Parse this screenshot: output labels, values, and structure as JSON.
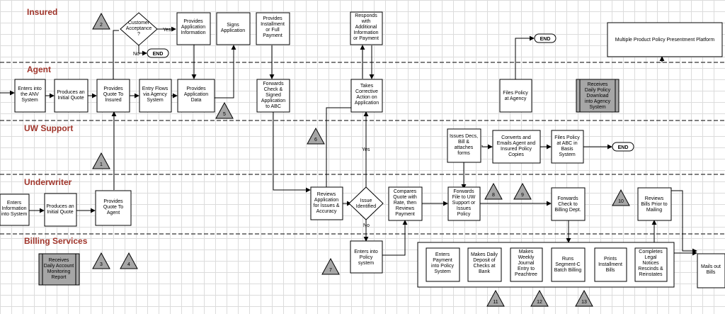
{
  "lanes": [
    {
      "id": "insured",
      "label": "Insured"
    },
    {
      "id": "agent",
      "label": "Agent"
    },
    {
      "id": "uw_support",
      "label": "UW Support"
    },
    {
      "id": "underwriter",
      "label": "Underwriter"
    },
    {
      "id": "billing",
      "label": "Billing Services"
    }
  ],
  "nodes": {
    "customer_acceptance": {
      "lines": [
        "Customer",
        "Acceptance",
        "?"
      ]
    },
    "provides_app_info": {
      "lines": [
        "Provides",
        "Application",
        "Information"
      ]
    },
    "signs_application": {
      "lines": [
        "Signs",
        "Application"
      ]
    },
    "provides_installment": {
      "lines": [
        "Provides",
        "Installment",
        "or Full",
        "Payment"
      ]
    },
    "responds_additional": {
      "lines": [
        "Responds",
        "with",
        "Additional",
        "Information",
        "or Payment"
      ]
    },
    "end_insured": {
      "lines": [
        "END"
      ]
    },
    "end_agent_top": {
      "lines": [
        "END"
      ]
    },
    "multiple_product": {
      "lines": [
        "Multiple Product Policy Presentment Platform"
      ]
    },
    "enters_anv": {
      "lines": [
        "Enters into",
        "the ANV",
        "System"
      ]
    },
    "produces_quote_agent": {
      "lines": [
        "Produces an",
        "Initial Quote"
      ]
    },
    "provides_quote_insured": {
      "lines": [
        "Provides",
        "Quote To",
        "Insured"
      ]
    },
    "entry_flows": {
      "lines": [
        "Entry Flows",
        "via Agency",
        "System"
      ]
    },
    "provides_app_data": {
      "lines": [
        "Provides",
        "Application",
        "Data"
      ]
    },
    "forwards_check": {
      "lines": [
        "Forwards",
        "Check &",
        "Signed",
        "Application",
        "to ABC"
      ]
    },
    "takes_corrective": {
      "lines": [
        "Takes",
        "Corrective",
        "Action on",
        "Application"
      ]
    },
    "files_policy_agency": {
      "lines": [
        "Files Policy",
        "at Agency"
      ]
    },
    "receives_daily_download": {
      "lines": [
        "Receives",
        "Daily Policy",
        "Download",
        "into Agency",
        "System"
      ]
    },
    "issues_decs": {
      "lines": [
        "Issues Decs,",
        "Bill &",
        "attaches",
        "forms"
      ]
    },
    "converts_emails": {
      "lines": [
        "Converts and",
        "Emails Agent and",
        "Insured Policy",
        "Copies"
      ]
    },
    "files_policy_abc": {
      "lines": [
        "Files Policy",
        "at ABC in",
        "Basis",
        "System"
      ]
    },
    "end_uw": {
      "lines": [
        "END"
      ]
    },
    "enters_info_uw": {
      "lines": [
        "Enters",
        "Information",
        "into System"
      ]
    },
    "produces_quote_uw": {
      "lines": [
        "Produces an",
        "Initial Quote"
      ]
    },
    "provides_quote_agent": {
      "lines": [
        "Provides",
        "Quote To",
        "Agent"
      ]
    },
    "reviews_application": {
      "lines": [
        "Reviews",
        "Application",
        "for Issues &",
        "Accuracy"
      ]
    },
    "issue_identified": {
      "lines": [
        "Issue",
        "Identified"
      ]
    },
    "compares_quote": {
      "lines": [
        "Compares",
        "Quote with",
        "Rate, then",
        "Reviews",
        "Payment"
      ]
    },
    "forwards_file": {
      "lines": [
        "Forwards",
        "File to UW",
        "Support or",
        "Issues",
        "Policy"
      ]
    },
    "forwards_check_billing": {
      "lines": [
        "Forwards",
        "Check to",
        "Billing Dept."
      ]
    },
    "reviews_bills": {
      "lines": [
        "Reviews",
        "Bills Prior to",
        "Mailing"
      ]
    },
    "receives_monitoring": {
      "lines": [
        "Receives",
        "Daily Account",
        "Monitoring",
        "Report"
      ]
    },
    "enters_policy_uw": {
      "lines": [
        "Enters into",
        "Policy",
        "system"
      ]
    },
    "enters_payment": {
      "lines": [
        "Enters",
        "Payment",
        "into Policy",
        "System"
      ]
    },
    "makes_daily_deposit": {
      "lines": [
        "Makes Daily",
        "Deposit of",
        "Checks at",
        "Bank"
      ]
    },
    "makes_weekly_journal": {
      "lines": [
        "Makes",
        "Weekly",
        "Journal",
        "Entry to",
        "Peachtree"
      ]
    },
    "runs_segment": {
      "lines": [
        "Runs",
        "Segment-C",
        "Batch Billing"
      ]
    },
    "prints_installment": {
      "lines": [
        "Prints",
        "Installment",
        "Bills"
      ]
    },
    "completes_legal": {
      "lines": [
        "Completes",
        "Legal",
        "Notices",
        "Rescinds &",
        "Reinstates"
      ]
    },
    "mails_out": {
      "lines": [
        "Mails out",
        "Bills"
      ]
    }
  },
  "edge_labels": {
    "yes_top": "Yes",
    "no_top": "No",
    "yes_mid": "Yes",
    "no_mid": "No"
  },
  "markers": [
    "1",
    "2",
    "3",
    "4",
    "5",
    "6",
    "7",
    "8",
    "9",
    "10",
    "11",
    "12",
    "13"
  ],
  "colors": {
    "lane_title": "#a0352b",
    "shaded": "#a6a6a6",
    "grid": "#dcdcdc"
  }
}
